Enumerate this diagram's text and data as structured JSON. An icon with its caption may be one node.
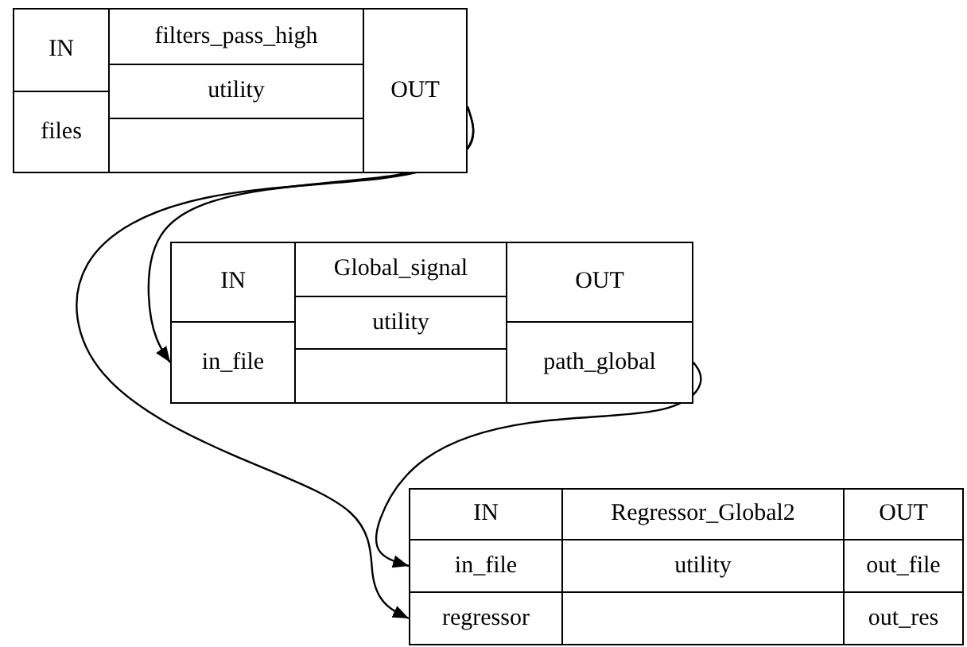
{
  "diagram": {
    "nodes": [
      {
        "text": [],
        "shape": "box"
      },
      {
        "text": [
          "IN"
        ],
        "in": 0
      },
      {
        "text": [
          "files"
        ],
        "in": 0
      },
      {
        "text": [
          "filters_pass_high"
        ],
        "in": 0
      },
      {
        "text": [
          "utility"
        ],
        "in": 0
      },
      {
        "text": [
          "OUT"
        ],
        "in": 0
      },
      {
        "text": [],
        "shape": "box"
      },
      {
        "text": [
          "IN"
        ],
        "in": 6
      },
      {
        "text": [
          "in_file"
        ],
        "in": 6
      },
      {
        "text": [
          "Global_signal"
        ],
        "in": 6
      },
      {
        "text": [
          "utility"
        ],
        "in": 6
      },
      {
        "text": [
          "OUT"
        ],
        "in": 6
      },
      {
        "text": [
          "path_global"
        ],
        "in": 6
      },
      {
        "text": [],
        "shape": "box"
      },
      {
        "text": [
          "IN"
        ],
        "in": 13
      },
      {
        "text": [
          "Regressor_Global2"
        ],
        "in": 13
      },
      {
        "text": [
          "OUT"
        ],
        "in": 13
      },
      {
        "text": [
          "in_file"
        ],
        "in": 13
      },
      {
        "text": [
          "utility"
        ],
        "in": 13
      },
      {
        "text": [
          "out_file"
        ],
        "in": 13
      },
      {
        "text": [
          "regressor"
        ],
        "in": 13
      },
      {
        "text": [
          "out_res"
        ],
        "in": 13
      }
    ],
    "edges": [
      {
        "from": 5,
        "to": 8,
        "arrow": "to"
      },
      {
        "from": 5,
        "to": 20,
        "arrow": "to"
      },
      {
        "from": 12,
        "to": 17,
        "arrow": "to"
      }
    ]
  }
}
